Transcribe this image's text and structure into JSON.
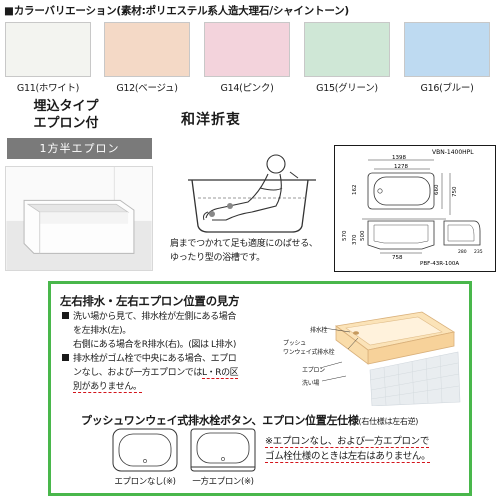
{
  "header": {
    "title": "■カラーバリエーション(素材:ポリエステル系人造大理石/シャイントーン)"
  },
  "swatches": [
    {
      "label": "G11(ホワイト)",
      "color": "#f3f4f0"
    },
    {
      "label": "G12(ベージュ)",
      "color": "#f4d9c6"
    },
    {
      "label": "G14(ピンク)",
      "color": "#f3d3dc"
    },
    {
      "label": "G15(グリーン)",
      "color": "#cfe7d6"
    },
    {
      "label": "G16(ブルー)",
      "color": "#bedaf1"
    }
  ],
  "product": {
    "type_line1": "埋込タイプ",
    "type_line2": "エプロン付",
    "apron": "1方半エプロン",
    "style": "和洋折衷",
    "desc_line1": "肩までつかれて足も適度にのばせる、",
    "desc_line2": "ゆったり型の浴槽です。"
  },
  "diagram": {
    "model": "VBN-1400HPL",
    "w_outer": "1398",
    "w_inner": "1278",
    "d_660": "660",
    "d_750": "750",
    "d_162": "162",
    "h_570": "570",
    "h_370": "370",
    "h_500": "500",
    "w_758": "758",
    "dim_280": "280",
    "dim_235": "235",
    "part": "PBF-43R-100A"
  },
  "info": {
    "title": "左右排水・左右エプロン位置の見方",
    "b1_line1": "洗い場から見て、排水栓が左側にある場合",
    "b1_line2": "を左排水(左)。",
    "b1_line3": "右側にある場合をR排水(右)。(図は L排水)",
    "b2_line1": "排水栓がゴム栓で中央にある場合、エプロ",
    "b2_line2": "ンなし、および一方エプロンでは",
    "b2_emph": "L・Rの区",
    "b2_line3": "別がありません。",
    "lbl_drain": "排水栓",
    "lbl_push1": "プッシュ",
    "lbl_push2": "ワンウェイ式排水栓",
    "lbl_apron": "エプロン",
    "lbl_wash": "洗い場",
    "sub_title": "プッシュワンウェイ式排水栓ボタン、エプロン位置左仕様",
    "sub_note": "(右仕様は左右逆)",
    "note_line1": "※エプロンなし、および一方エプロンで",
    "note_line2": "ゴム栓仕様のときは左右はありません。",
    "tub1": "エプロンなし(※)",
    "tub2": "一方エプロン(※)"
  },
  "colors": {
    "green_border": "#49b74b",
    "red_underline": "#d3141b",
    "banner_gray": "#7a7a7a"
  }
}
